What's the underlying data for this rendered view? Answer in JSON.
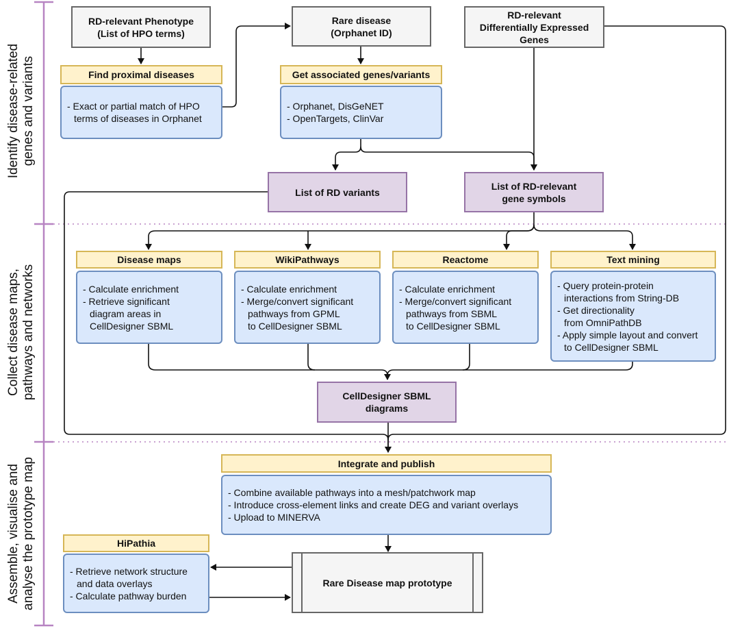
{
  "sections": {
    "identify": [
      "Identify disease-related",
      "genes and variants"
    ],
    "collect": [
      "Collect disease maps,",
      "pathways and networks"
    ],
    "assemble": [
      "Assemble, visualise and",
      "analyse the prototype map"
    ]
  },
  "inputs": {
    "phenotype": [
      "RD-relevant Phenotype",
      "(List of HPO terms)"
    ],
    "rare_disease": [
      "Rare disease",
      "(Orphanet ID)"
    ],
    "deg": [
      "RD-relevant",
      "Differentially Expressed",
      "Genes"
    ]
  },
  "steps": {
    "find_proximal": {
      "title": "Find proximal diseases",
      "lines": [
        "- Exact or partial match of HPO",
        "terms of diseases in Orphanet"
      ]
    },
    "associated": {
      "title": "Get associated genes/variants",
      "lines": [
        "- Orphanet, DisGeNET",
        "- OpenTargets, ClinVar"
      ]
    }
  },
  "outputs": {
    "variants": "List of RD variants",
    "genes": [
      "List of RD-relevant",
      "gene symbols"
    ],
    "sbml": [
      "CellDesigner SBML",
      "diagrams"
    ]
  },
  "sources": [
    {
      "title": "Disease maps",
      "lines": [
        "- Calculate enrichment",
        "- Retrieve significant",
        "diagram areas in",
        "CellDesigner SBML"
      ]
    },
    {
      "title": "WikiPathways",
      "lines": [
        "- Calculate enrichment",
        "- Merge/convert significant",
        "pathways from GPML",
        "to CellDesigner SBML"
      ]
    },
    {
      "title": "Reactome",
      "lines": [
        "- Calculate enrichment",
        "- Merge/convert significant",
        "pathways from SBML",
        "to CellDesigner SBML"
      ]
    },
    {
      "title": "Text mining",
      "lines": [
        "- Query protein-protein",
        "interactions from String-DB",
        "- Get directionality",
        "from OmniPathDB",
        "- Apply simple layout and convert",
        "to CellDesigner SBML"
      ]
    }
  ],
  "integrate": {
    "title": "Integrate and publish",
    "lines": [
      "- Combine available pathways into a mesh/patchwork map",
      "- Introduce cross-element links and create DEG and variant overlays",
      "- Upload to MINERVA"
    ]
  },
  "hipathia": {
    "title": "HiPathia",
    "lines": [
      "- Retrieve network structure",
      "and data overlays",
      "- Calculate pathway burden"
    ]
  },
  "prototype": "Rare Disease map prototype",
  "colors": {
    "section_bar": "#b784c2",
    "input_fill": "#f5f5f5",
    "input_border": "#666666",
    "title_fill": "#fff2cc",
    "title_border": "#d6b656",
    "detail_fill": "#dae8fc",
    "detail_border": "#6c8ebf",
    "output_fill": "#e1d5e7",
    "output_border": "#9673a6"
  }
}
